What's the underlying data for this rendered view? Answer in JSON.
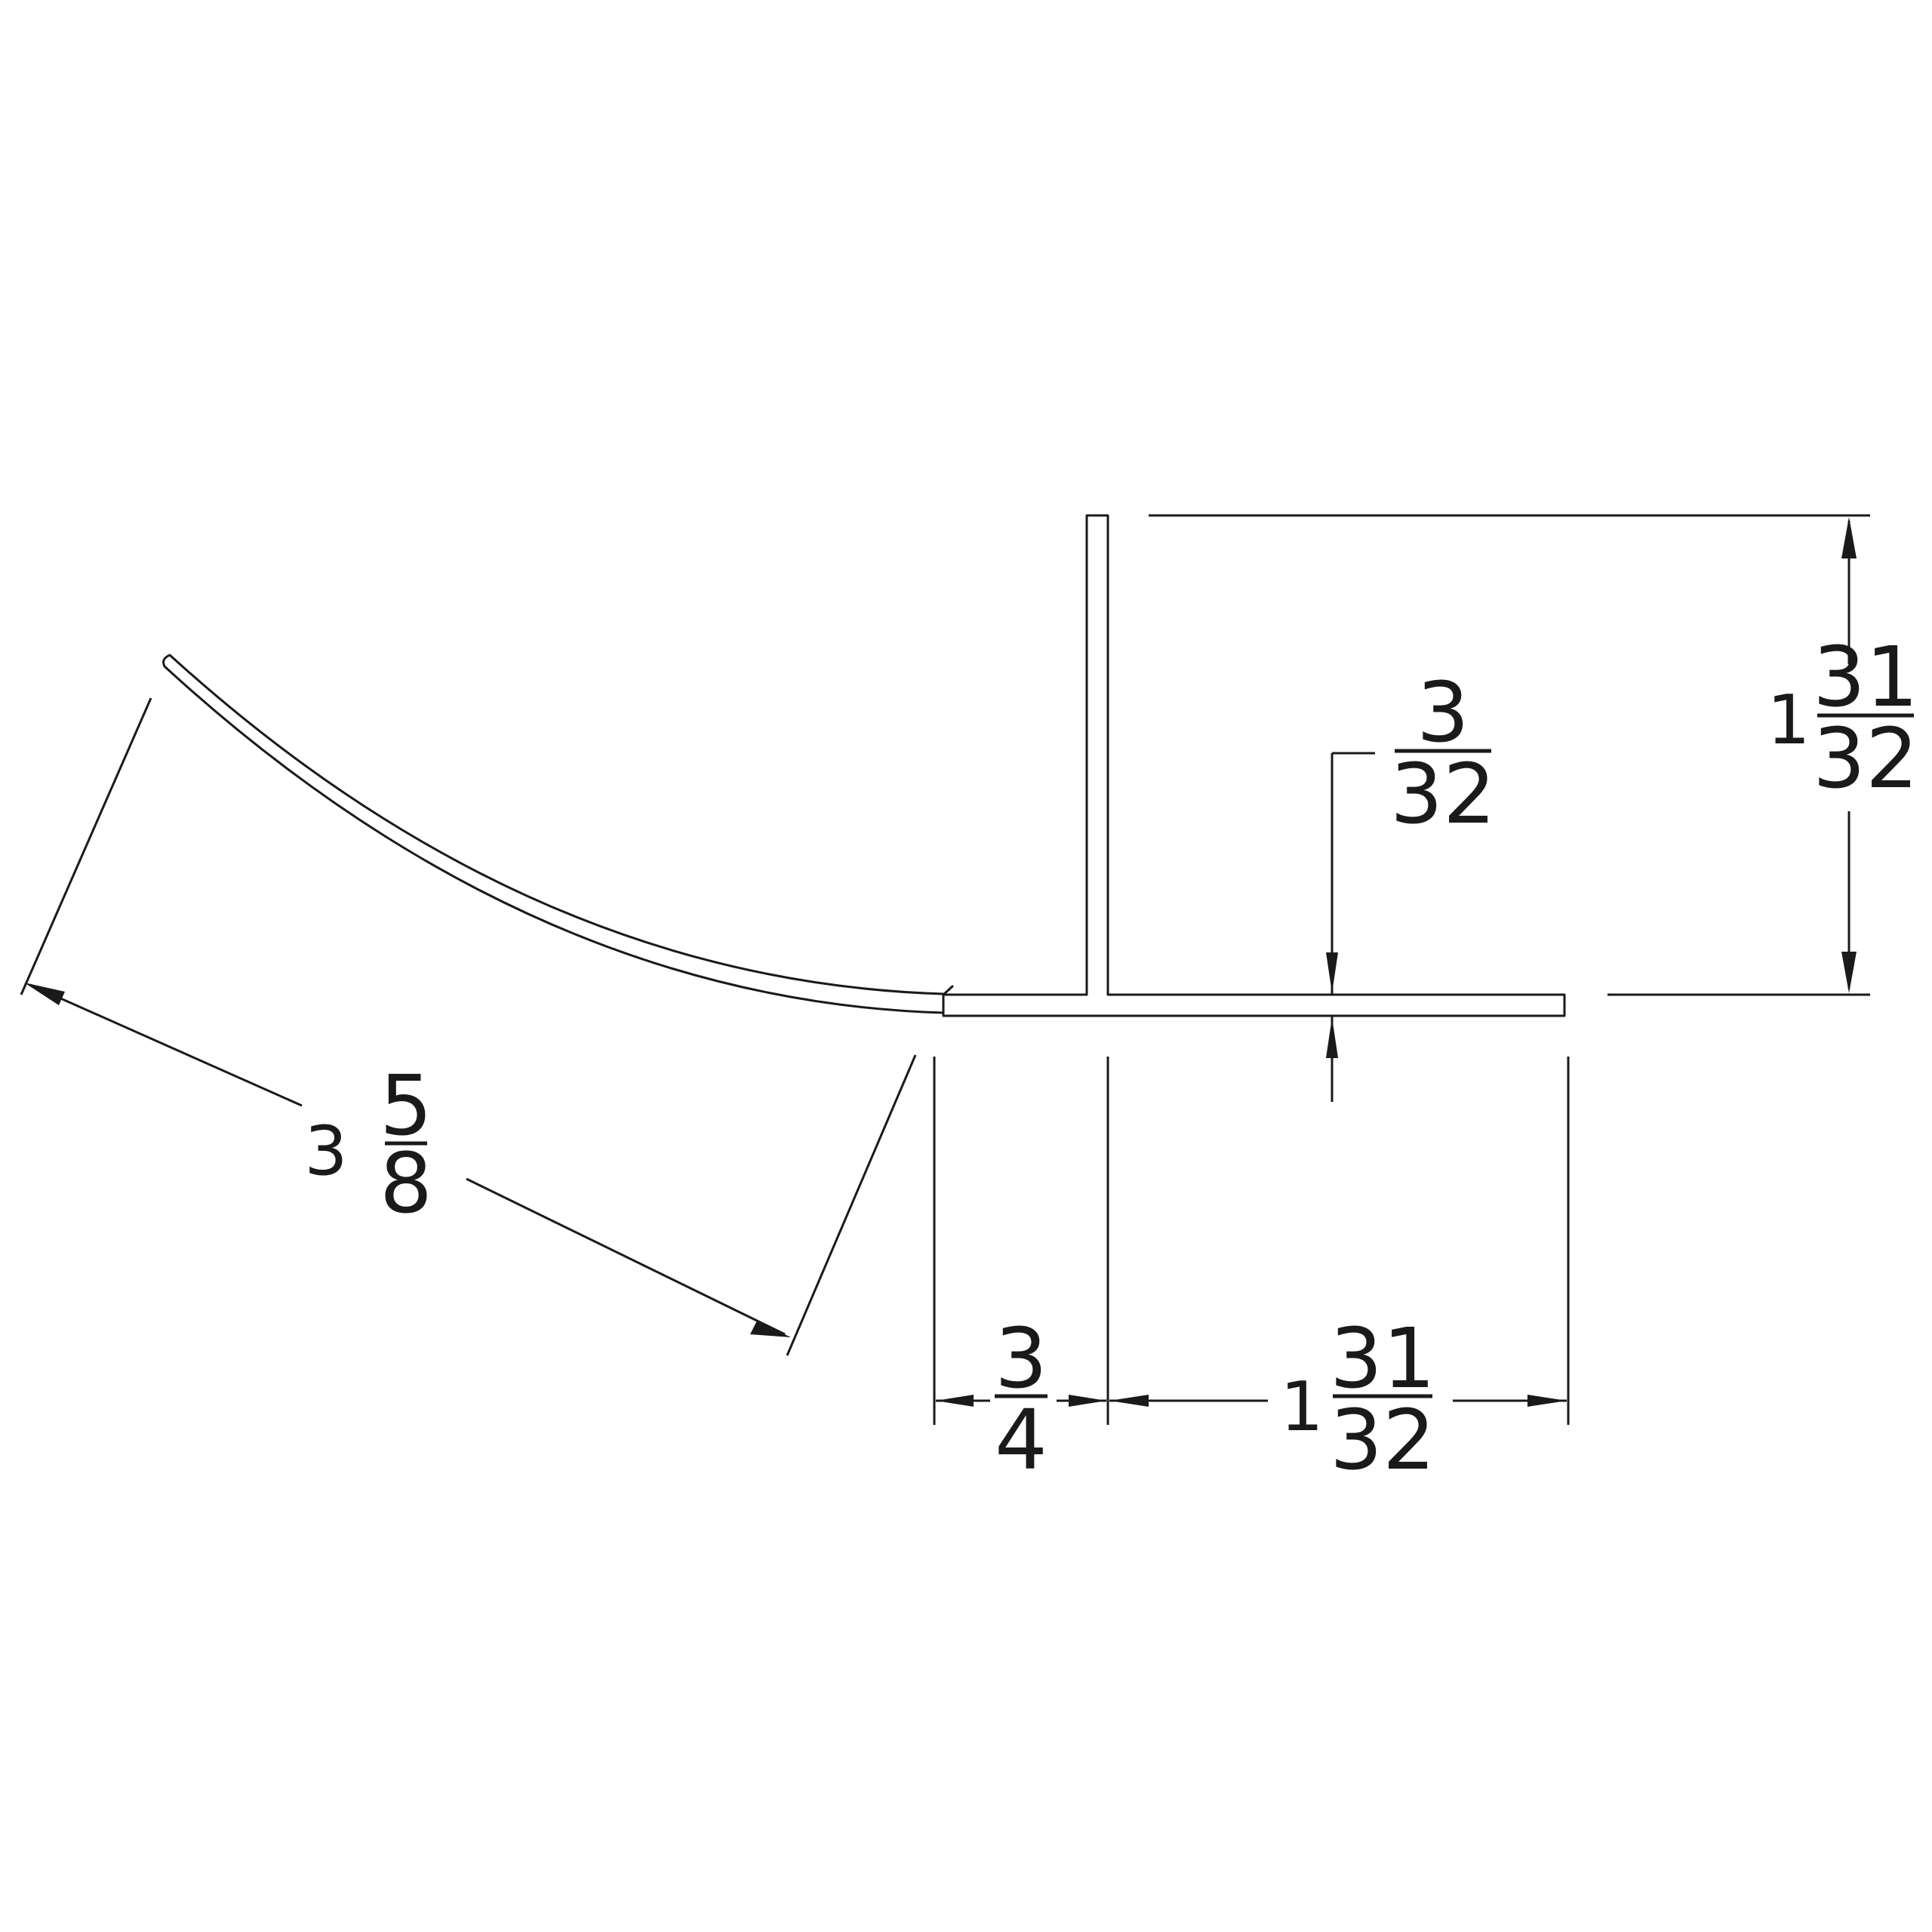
{
  "colors": {
    "line": "#1a1a1a",
    "background": "#ffffff"
  },
  "dimensions": {
    "curved_flange": {
      "whole": "3",
      "numerator": "5",
      "denominator": "8"
    },
    "stem_height": {
      "whole": "1",
      "numerator": "31",
      "denominator": "32"
    },
    "thickness": {
      "whole": "",
      "numerator": "3",
      "denominator": "32"
    },
    "left_flange": {
      "whole": "",
      "numerator": "3",
      "denominator": "4"
    },
    "right_flange": {
      "whole": "1",
      "numerator": "31",
      "denominator": "32"
    }
  }
}
